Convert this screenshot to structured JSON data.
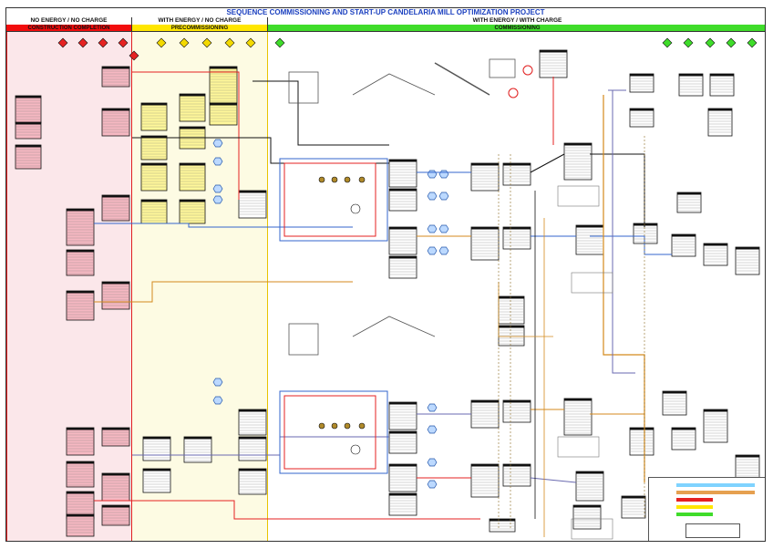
{
  "title": "SEQUENCE COMMISSIONING AND START-UP CANDELARIA MILL OPTIMIZATION PROJECT",
  "phases": [
    {
      "header": "NO ENERGY / NO CHARGE",
      "bar": "CONSTRUCTION COMPLETION",
      "bar_color": "#f20d0d",
      "bg": "#fbe7ea",
      "line": "#e02020"
    },
    {
      "header": "WITH ENERGY / NO CHARGE",
      "bar": "PRECOMMISSIONING",
      "bar_color": "#ffe600",
      "bg": "#fdfbe3",
      "line": "#e8c400"
    },
    {
      "header": "WITH ENERGY / WITH CHARGE",
      "bar": "COMMISSIONING",
      "bar_color": "#3fdc2a",
      "bg": "#ffffff",
      "line": "#3fdc2a"
    }
  ],
  "colors": {
    "box": "#ffffff",
    "box_red": "#f6b8c2",
    "box_yellow": "#fff79a",
    "hex_blue": "#bcd9ff",
    "line_red": "#e52222",
    "line_blue": "#3366cc",
    "line_black": "#111111",
    "line_orange": "#d48a1c",
    "line_purple": "#6a6ab0",
    "diamond_red": "#e52222",
    "diamond_yellow": "#f3d900",
    "diamond_green": "#3fdc2a",
    "equip": "#b08a2a"
  }
}
